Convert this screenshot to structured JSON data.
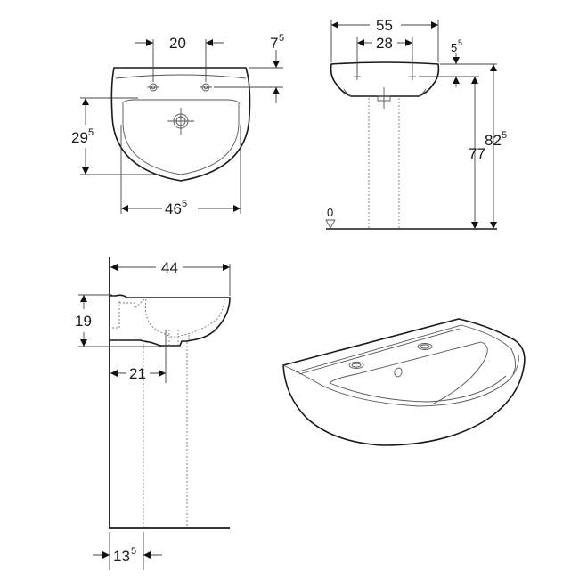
{
  "views": {
    "top": {
      "tap_hole_spacing": {
        "value": "20",
        "sup": ""
      },
      "rim_to_tap_depth": {
        "value": "7",
        "sup": "5"
      },
      "bowl_depth": {
        "value": "29",
        "sup": "5"
      },
      "bowl_width": {
        "value": "46",
        "sup": "5"
      }
    },
    "front": {
      "overall_width": {
        "value": "55",
        "sup": ""
      },
      "tap_hole_spacing": {
        "value": "28",
        "sup": ""
      },
      "rim_to_tap_height": {
        "value": "5",
        "sup": "5"
      },
      "tap_height": {
        "value": "77",
        "sup": ""
      },
      "rim_height": {
        "value": "82",
        "sup": "5"
      },
      "floor_level": {
        "value": "0",
        "sup": ""
      }
    },
    "side": {
      "projection": {
        "value": "44",
        "sup": ""
      },
      "basin_height": {
        "value": "19",
        "sup": ""
      },
      "waste_offset": {
        "value": "21",
        "sup": ""
      },
      "pedestal_offset": {
        "value": "13",
        "sup": "5"
      }
    },
    "isometric": {
      "description": "washbasin-perspective"
    }
  },
  "colors": {
    "line": "#1a1a1a",
    "background": "#ffffff"
  }
}
